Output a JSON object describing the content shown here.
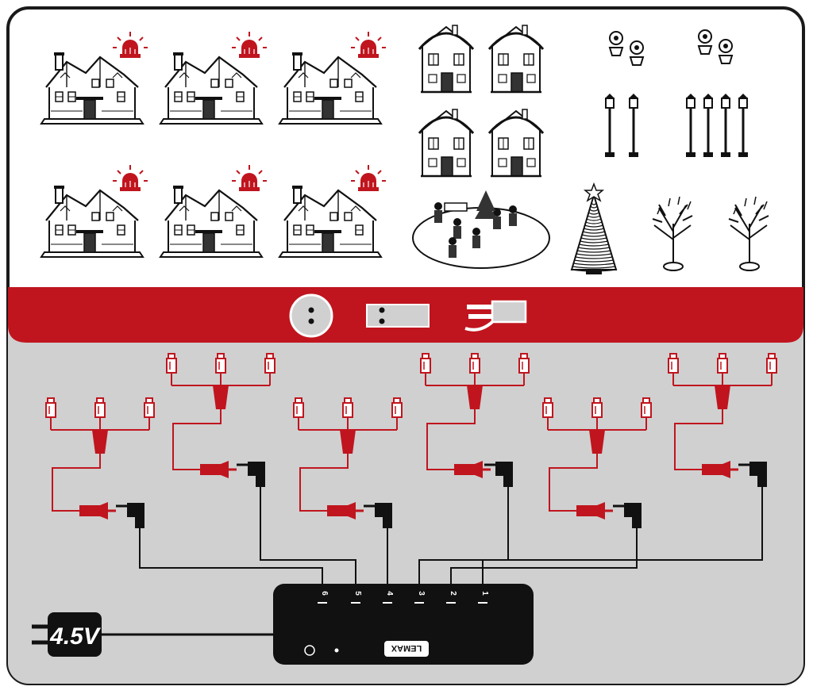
{
  "colors": {
    "red": "#c0151e",
    "panel_gray": "#d0d0d0",
    "frame": "#1a1a1a",
    "white": "#ffffff",
    "black": "#111111"
  },
  "adapter": {
    "voltage_label": "4.5V"
  },
  "hub": {
    "brand_label": "LEMAX",
    "port_labels": [
      "6",
      "5",
      "4",
      "3",
      "2",
      "1"
    ]
  },
  "catalog": {
    "houses_with_lights": 6,
    "cottages": 4,
    "spotlight_sets": 2,
    "lamppost_sets": 2,
    "trees": 3,
    "village_scene": 1
  },
  "wiring": {
    "splitters": 6,
    "plugs_per_splitter": 3
  },
  "icons": {
    "connector_round": "round-connector-icon",
    "connector_slot": "slot-connector-icon",
    "connector_plug": "plug-icon",
    "adapter": "power-adapter-icon",
    "hub_port": "hub-port-icon"
  }
}
